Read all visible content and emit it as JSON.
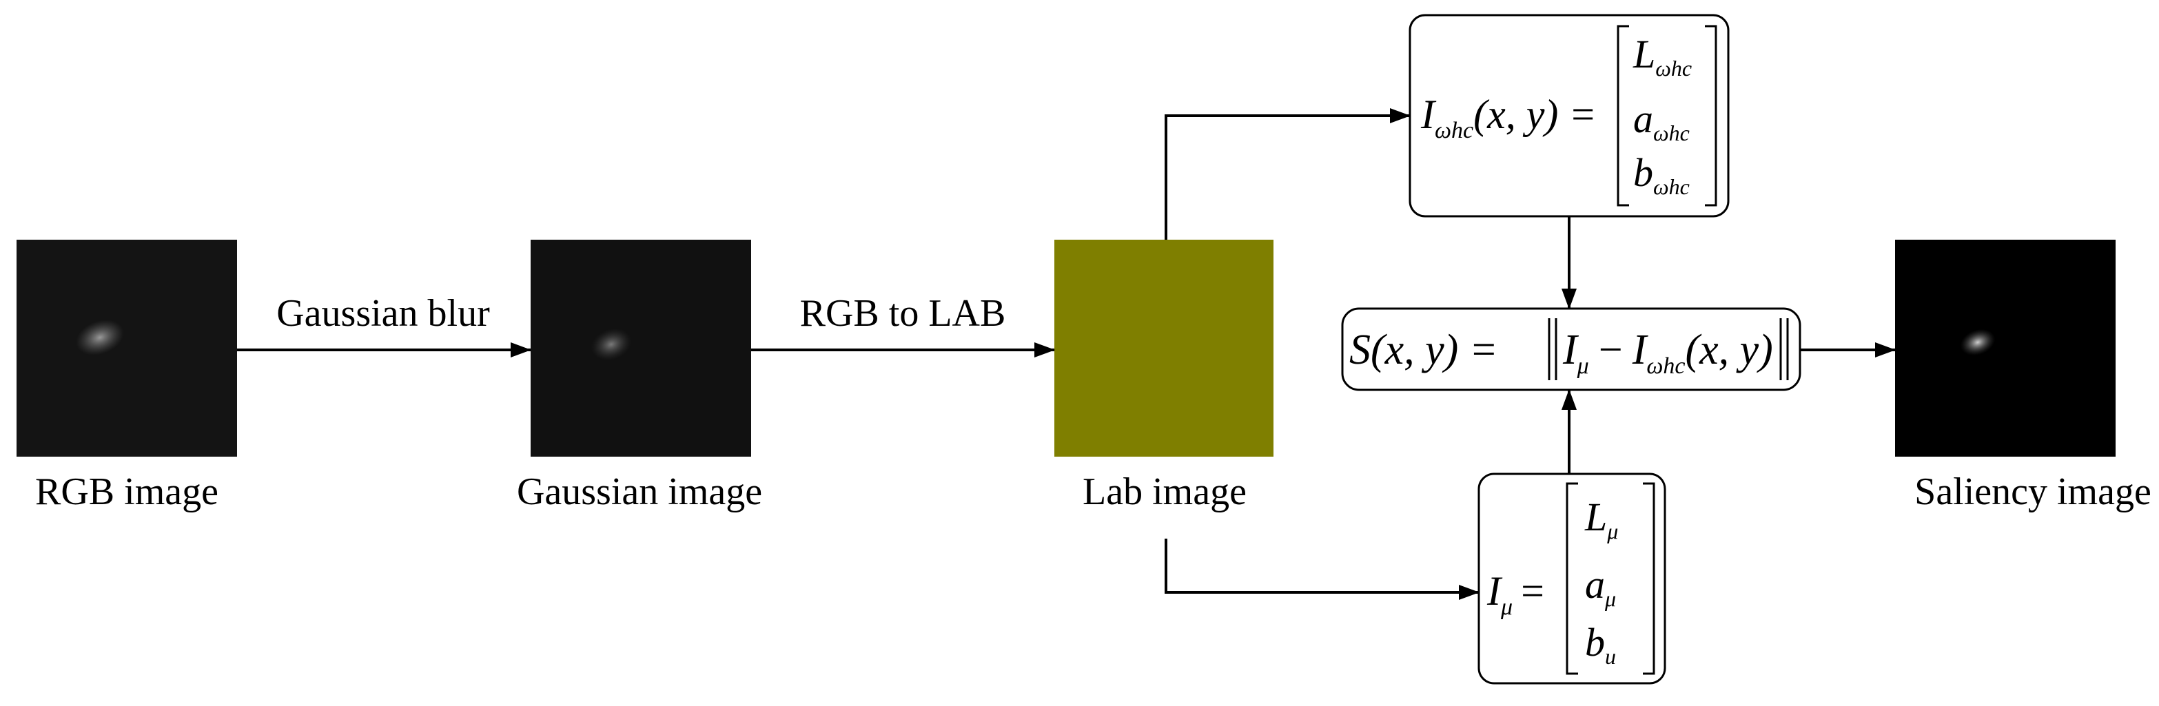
{
  "nodes": {
    "rgb": {
      "caption": "RGB image"
    },
    "gaussian": {
      "caption": "Gaussian image"
    },
    "lab": {
      "caption": "Lab image",
      "fill_color": "#7f7f00"
    },
    "saliency": {
      "caption": "Saliency image"
    }
  },
  "edges": {
    "blur": {
      "label": "Gaussian blur"
    },
    "convert": {
      "label": "RGB to LAB"
    }
  },
  "formulas": {
    "whc": {
      "lhs_var": "I",
      "lhs_sub": "ωhc",
      "lhs_args": "(x, y) =",
      "rows": [
        {
          "var": "L",
          "sub": "ωhc"
        },
        {
          "var": "a",
          "sub": "ωhc"
        },
        {
          "var": "b",
          "sub": "ωhc"
        }
      ]
    },
    "mu": {
      "lhs_var": "I",
      "lhs_sub": "μ",
      "lhs_eq": "=",
      "rows": [
        {
          "var": "L",
          "sub": "μ"
        },
        {
          "var": "a",
          "sub": "μ"
        },
        {
          "var": "b",
          "sub": "u"
        }
      ]
    },
    "saliency": {
      "lhs": "S",
      "args": "(x, y) =",
      "term1_var": "I",
      "term1_sub": "μ",
      "minus": "−",
      "term2_var": "I",
      "term2_sub": "ωhc",
      "term2_args": "(x, y)"
    }
  }
}
